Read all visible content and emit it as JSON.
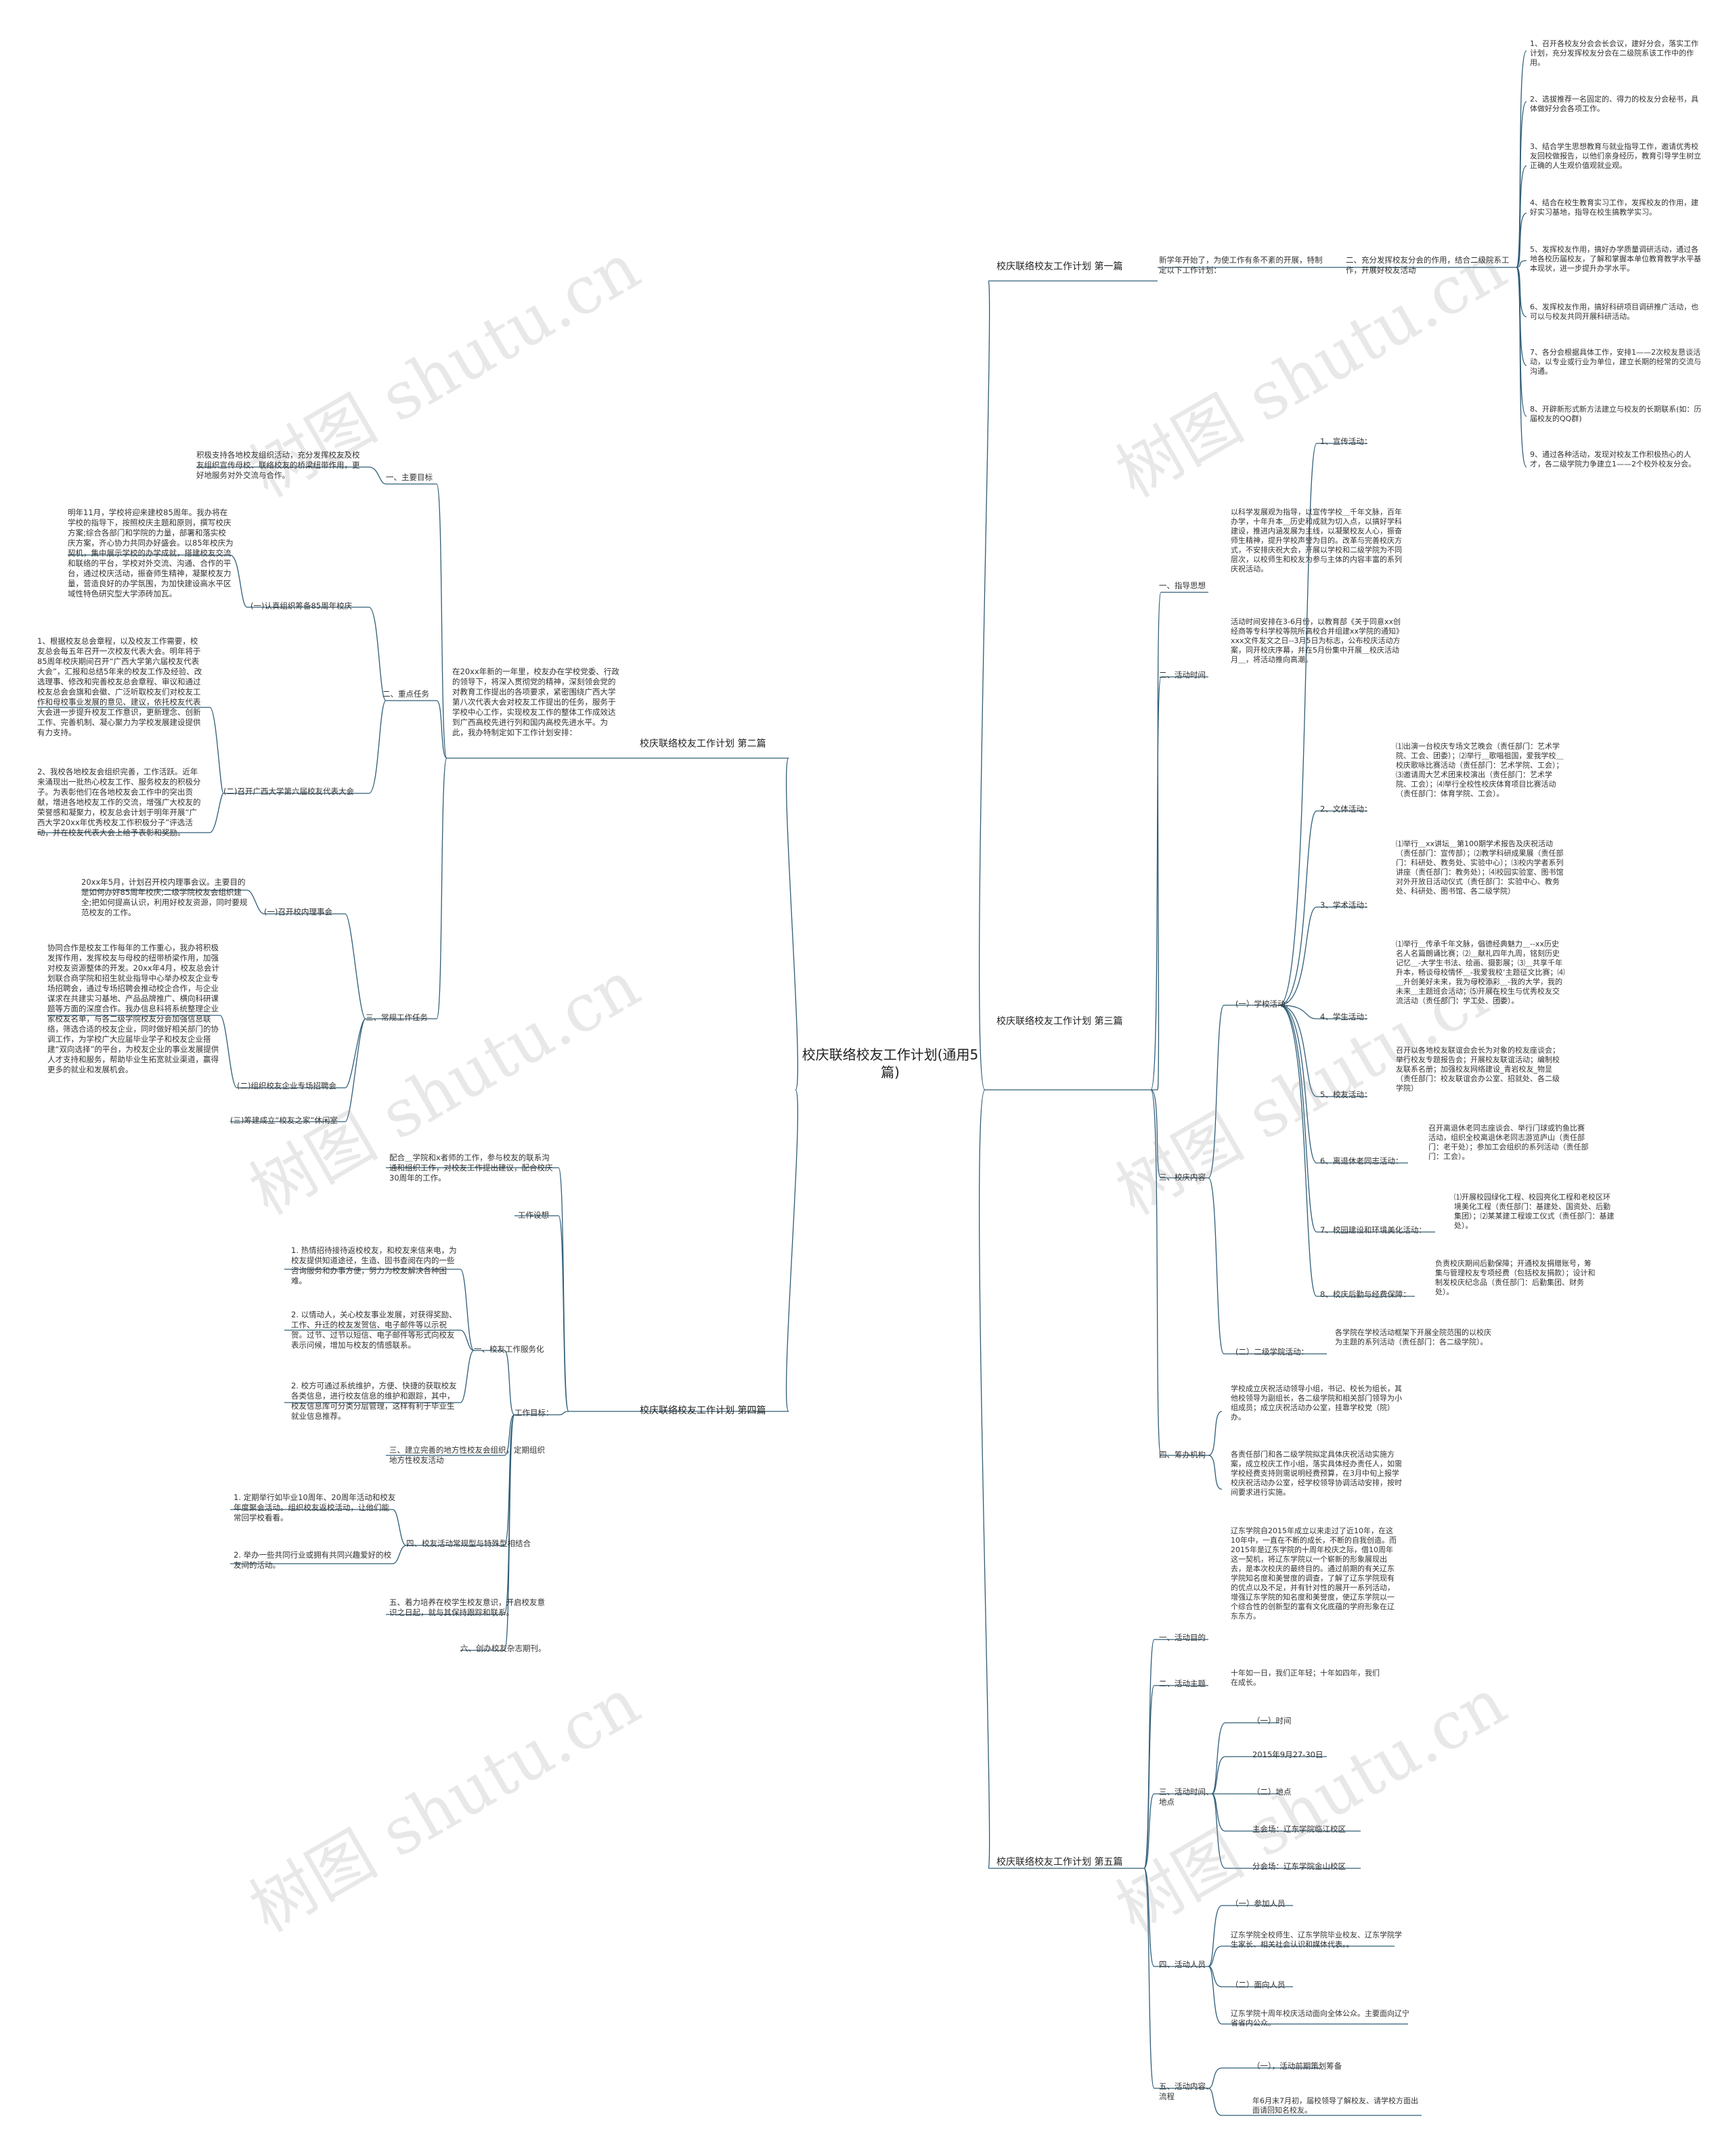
{
  "watermark": "树图 shutu.cn",
  "colors": {
    "line": "#2f5d78",
    "text": "#333333"
  },
  "root": "校庆联络校友工作计划(通用5篇)",
  "p1": {
    "title": "校庆联络校友工作计划 第一篇",
    "intro": "新学年开始了，为使工作有条不紊的开展，特制定以下工作计划：",
    "sub": "二、充分发挥校友分会的作用，结合二级院系工作，开展好校友活动",
    "items": [
      "1、召开各校友分会会长会议，建好分会，落实工作计划，充分发挥校友分会在二级院系该工作中的作用。",
      "2、选拔推荐一名固定的、得力的校友分会秘书，具体做好分会各项工作。",
      "3、结合学生思想教育与就业指导工作，邀请优秀校友回校做报告，以他们亲身经历，教育引导学生树立正确的人生观价值观就业观。",
      "4、结合在校生教育实习工作，发挥校友的作用，建好实习基地，指导在校生搞教学实习。",
      "5、发挥校友作用，搞好办学质量调研活动，通过各地各校历届校友，了解和掌握本单位教育教学水平基本现状，进一步提升办学水平。",
      "6、发挥校友作用，搞好科研项目调研推广活动，也可以与校友共同开展科研活动。",
      "7、各分会根据具体工作，安排1——2次校友恳谈活动，以专业或行业为单位，建立长期的经常的交流与沟通。",
      "8、开辟新形式新方法建立与校友的长期联系(如：历届校友的QQ群)",
      "9、通过各种活动，发现对校友工作积极热心的人才，各二级学院力争建立1——2个校外校友分会。"
    ]
  },
  "p2": {
    "title": "校庆联络校友工作计划 第二篇",
    "intro": "在20xx年新的一年里，校友办在学校党委、行政的领导下，将深入贯彻党的精神，深刻领会党的对教育工作提出的各项要求，紧密围绕广西大学第八次代表大会对校友工作提出的任务，服务于学校中心工作，实现校友工作的整体工作成效达到广西高校先进行列和国内高校先进水平。为此，我办特制定如下工作计划安排：",
    "s1": "一、主要目标",
    "s1_text": "积极支持各地校友组织活动，充分发挥校友及校友组织宣传母校、联络校友的桥梁纽带作用，更好地服务对外交流与合作。",
    "s2": "二、重点任务",
    "s2a": "(一)认真组织筹备85周年校庆",
    "s2a_text": "明年11月，学校将迎来建校85周年。我办将在学校的指导下，按照校庆主题和原则，撰写校庆方案;综合各部门和学院的力量，部署和落实校庆方案，齐心协力共同办好盛会。以85年校庆为契机，集中展示学校的办学成就，搭建校友交流和联络的平台，学校对外交流、沟通、合作的平台，通过校庆活动，振奋师生精神，凝聚校友力量，营造良好的办学氛围，为加快建设高水平区域性特色研究型大学添砖加瓦。",
    "s2b": "(二)召开广西大学第六届校友代表大会",
    "s2b_t1": "1、根据校友总会章程，以及校友工作需要，校友总会每五年召开一次校友代表大会。明年将于85周年校庆期间召开“广西大学第六届校友代表大会”，汇报和总结5年来的校友工作及经验、改选理事、修改和完善校友总会章程、审议和通过校友总会会旗和会徽、广泛听取校友们对校友工作和母校事业发展的意见、建议，依托校友代表大会进一步提升校友工作意识，更新理念、创新工作、完善机制、凝心聚力为学校发展建设提供有力支持。",
    "s2b_t2": "2、我校各地校友会组织完善，工作活跃。近年来涌现出一批热心校友工作、服务校友的积极分子。为表彰他们在各地校友会工作中的突出贡献，增进各地校友工作的交流，增强广大校友的荣誉感和凝聚力，校友总会计划于明年开展“广西大学20xx年优秀校友工作积极分子”评选活动，并在校友代表大会上给予表彰和奖励。",
    "s3": "三、常规工作任务",
    "s3a": "(一)召开校内理事会",
    "s3a_text": "20xx年5月，计划召开校内理事会议。主要目的是如何办好85周年校庆;二级学院校友会组织建全;把如何提高认识，利用好校友资源，同时要规范校友的工作。",
    "s3b": "(二)组织校友企业专场招聘会",
    "s3b_text": "协同合作是校友工作每年的工作重心，我办将积极发挥作用，发挥校友与母校的纽带桥梁作用，加强对校友资源整体的开发。20xx年4月，校友总会计划联合商学院和招生就业指导中心举办校友企业专场招聘会，通过专场招聘会推动校企合作，与企业谋求在共建实习基地、产品品牌推广、横向科研课题等方面的深度合作。我办信息科将系统整理企业家校友名单，与各二级学院校友分会加强信息联络，筛选合适的校友企业，同时做好相关部门的协调工作，为学校广大应届毕业学子和校友企业搭建“双向选择”的平台，为校友企业的事业发展提供人才支持和服务，帮助毕业生拓宽就业渠道，赢得更多的就业和发展机会。",
    "s3c": "(三)筹建成立“校友之家”休闲室"
  },
  "p4": {
    "title": "校庆联络校友工作计划 第四篇",
    "intro": "配合＿学院和x者师的工作，参与校友的联系沟通和组织工作，对校友工作提出建议，配合校庆30周年的工作。",
    "ideas": "工作设想",
    "goals": "工作目标：",
    "g1": "一、校友工作服务化",
    "g1_items": [
      "1. 热情招待接待返校校友，和校友来信来电，为校友提供知道途径，生造、固书查阅在内的一些咨询服务和办事方便，努力为校友解决各种困难。",
      "2. 以情动人，关心校友事业发展，对获得奖励、工作、升迁的校友发贺信、电子邮件等以示祝贺。过节、过节以短信、电子邮件等形式向校友表示问候，增加与校友的情感联系。",
      "2. 校方可通过系统维护，方便、快捷的获取校友各类信息，进行校友信息的维护和跟踪，其中，校友信息库可分类分层管理，这样有利于毕业生就业信息推荐。"
    ],
    "g3": "三、建立完善的地方性校友会组织，定期组织地方性校友活动",
    "g4": "四、校友活动常规型与特殊型相结合",
    "g4_items": [
      "1. 定期举行如毕业10周年、20周年活动和校友年度聚会活动。组织校友返校活动，让他们能常回学校看看。",
      "2. 举办一些共同行业或拥有共同兴趣爱好的校友间的活动。"
    ],
    "g5": "五、着力培养在校学生校友意识，开启校友意识之日起，就与其保持跟踪和联系。",
    "g6": "六、创办校友杂志期刊。"
  },
  "p3": {
    "title": "校庆联络校友工作计划 第三篇",
    "s1": "一、指导思想",
    "s1_text": "以科学发展观为指导，以宣传学校＿千年文脉，百年办学，十年升本＿历史和成就为切入点，以搞好学科建设，推进内涵发展为主线，以凝聚校友人心，振奋师生精神，提升学校声誉为目的。改革与完善校庆方式，不安排庆祝大会，开展以学校和二级学院为不同层次，以校师生和校友为参与主体的内容丰富的系列庆祝活动。",
    "s2": "二、活动时间",
    "s2_text": "活动时间安排在3-6月份，以教育部《关于同意xx创经商等专科学校等院所高校合并组建xx学院的通知》xxx文件发文之日--3月5日为标志，公布校庆活动方案，同开校庆序幕，并在5月份集中开展＿校庆活动月＿，将活动推向高潮。",
    "s3": "三、校庆内容",
    "s3a": "(一）学校活动：",
    "s3a_items": [
      {
        "label": "1、宣传活动：",
        "text": ""
      },
      {
        "label": "2、文体活动：",
        "text": "⑴出演一台校庆专场文艺晚会（责任部门：艺术学院、工会、团委）；⑵举行＿歌唱祖国，爱我学校＿校庆歌咏比赛活动（责任部门：艺术学院、工会）；⑶邀请周大艺术团来校演出（责任部门：艺术学院、工会）；⑷举行全校性校庆体育项目比赛活动（责任部门：体育学院、工会）。"
      },
      {
        "label": "3、学术活动：",
        "text": "⑴举行＿xx讲坛＿第100期学术报告及庆祝活动（责任部门：宣传部）；⑵教学科研成果展（责任部门：科研处、教务处、实验中心）；⑶校内学者系列讲座（责任部门：教务处）；⑷校园实验室、图书馆对外开放日活动仪式（责任部门：实验中心、教务处、科研处、图书馆、各二级学院）"
      },
      {
        "label": "4、学生活动：",
        "text": "⑴举行＿传承千年文脉，倡德经典魅力＿--xx历史名人名篇朗诵比赛；⑵＿献礼四年九周，铭刻历史记忆＿-大学生书法、绘画、摄影展；⑶＿共享千年升本，畅谈母校情怀＿-我爱我校‘主题征文比赛；⑷＿升创美好未来，我为母校添彩＿-我的大学，我的未来＿主题班会活动；⑸开展在校生与优秀校友交流活动（责任部门：学工处、团委）。"
      },
      {
        "label": "5、校友活动：",
        "text": "召开以各地校友联谊会会长为对象的校友座谈会；举行校友专题报告会；开展校友联谊活动；编制校友联系名册；加强校友网络建设_青岩校友_物显（责任部门：校友联谊会办公室、招就处、各二级学院）"
      },
      {
        "label": "6、离退休老同志活动：",
        "text": "召开离退休老同志座谈会、举行门球或钓鱼比赛活动，组织全校离退休老同志游览庐山（责任部门：老干处）；参加工会组织的系列活动（责任部门：工会）。"
      },
      {
        "label": "7、校园建设和环境美化活动：",
        "text": "⑴开展校园绿化工程、校园亮化工程和老校区环境美化工程（责任部门：基建处、国资处、后勤集团）；⑵某某建工程竣工仪式（责任部门：基建处）。"
      },
      {
        "label": "8、校庆后勤与经费保障：",
        "text": "负责校庆期间后勤保障；开通校友捐赠账号，筹集与管理校友专项经费（包括校友捐款）；设计和制发校庆纪念品（责任部门：后勤集团、财务处）。"
      }
    ],
    "s3b": "(二）二级学院活动：",
    "s3b_text": "各学院在学校活动框架下开展全院范围的以校庆为主题的系列活动（责任部门：各二级学院）。",
    "s4": "四、筹办机构",
    "s4_t1": "学校成立庆祝活动领导小组，书记、校长为组长，其他校领导为副组长，各二级学院和相关部门领导为小组成员；成立庆祝活动办公室，挂靠学校党（院）办。",
    "s4_t2": "各责任部门和各二级学院拟定具体庆祝活动实施方案，成立校庆工作小组，落实具体经办责任人，如需学校经费支持则需说明经费预算，在3月中旬上报学校庆祝活动办公室，经学校领导协调活动安排，按时间要求进行实施。"
  },
  "p5": {
    "title": "校庆联络校友工作计划 第五篇",
    "s1": "一、活动目的",
    "s1_text": "辽东学院自2015年成立以来走过了近10年，在这10年中，一直在不断的成长，不断的自我创造。而2015年是辽东学院的十周年校庆之际，借10周年这一契机，将辽东学院以一个崭新的形象展现出去，是本次校庆的最终目的。通过前期的有关辽东学院知名度和美誉度的调查，了解了辽东学院现有的优点以及不足，并有针对性的展开一系列活动，增强辽东学院的知名度和美誉度，使辽东学院以一个综合性的创新型的富有文化底蕴的学府形象在辽东东方。",
    "s2": "二、活动主题",
    "s2_text": "十年如一日，我们正年轻；十年如四年，我们在成长。",
    "s3": "三、活动时间、地点",
    "s3_time": "（一）时间",
    "s3_time_text": "2015年9月27-30日",
    "s3_place": "（二）地点",
    "s3_place1": "主会场：辽东学院临江校区",
    "s3_place2": "分会场：辽东学院金山校区",
    "s4": "四、活动人员",
    "s4a": "（一）参加人员",
    "s4a_text": "辽东学院全校师生、辽东学院毕业校友、辽东学院学生家长、相关社会认识和媒体代表。。",
    "s4b": "（二）面向人员",
    "s4b_text": "辽东学院十周年校庆活动面向全体公众。主要面向辽宁省省内公众。",
    "s5": "五、活动内容、流程",
    "s5a": "（一），活动前期策划筹备",
    "s5a_text": "年6月末7月初，届校领导了解校友、请学校方面出面请回知名校友。"
  }
}
